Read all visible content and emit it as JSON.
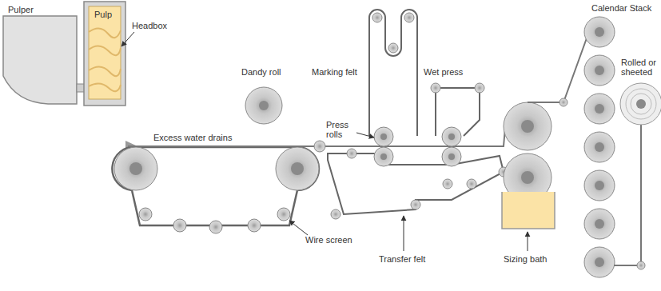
{
  "diagram": {
    "labels": [
      "Pulper",
      "Pulp",
      "Headbox",
      "Dandy roll",
      "Excess water drains",
      "Marking felt",
      "Press rolls",
      "Wet press",
      "Calendar Stack",
      "Rolled or sheeted",
      "Wire screen",
      "Transfer felt",
      "Sizing bath"
    ]
  }
}
